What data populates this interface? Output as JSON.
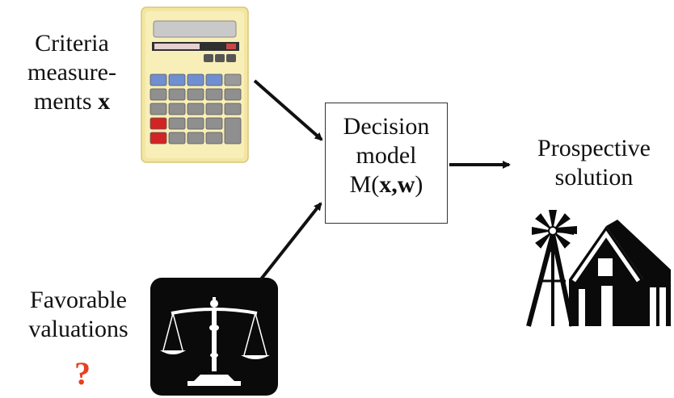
{
  "criteria": {
    "line1": "Criteria",
    "line2": "measure-",
    "line3_text": "ments ",
    "line3_var": "x"
  },
  "favorable": {
    "line1": "Favorable",
    "line2": "valuations",
    "question": "?"
  },
  "decision_model": {
    "line1": "Decision",
    "line2": "model",
    "formula_prefix": "M(",
    "formula_x": "x",
    "formula_sep": ",",
    "formula_w": "w",
    "formula_suffix": ")"
  },
  "prospective": {
    "line1": "Prospective",
    "line2": "solution"
  },
  "icons": {
    "calculator": "calculator-icon",
    "scales": "balance-scales-icon",
    "farm": "farm-windmill-icon"
  },
  "colors": {
    "question_mark": "#e8401c",
    "calculator_body": "#f3e6a2",
    "calc_blue_key": "#6f8fd0",
    "calc_red_key": "#d22424",
    "arrow": "#111111"
  }
}
